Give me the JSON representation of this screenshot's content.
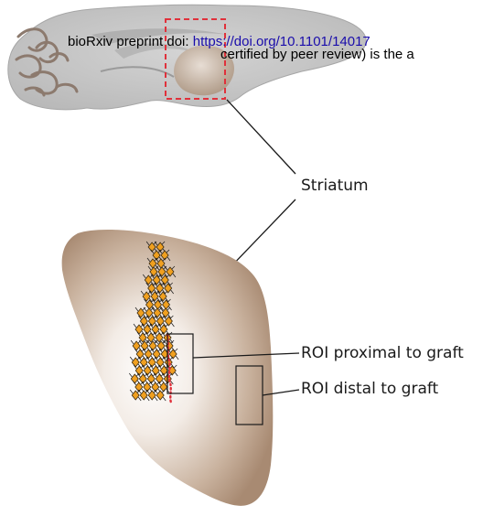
{
  "header": {
    "preprint_prefix": "bioRxiv preprint doi: ",
    "doi_link": "https://doi.org/10.1101/14017",
    "second_line": "certified by peer review) is the a"
  },
  "labels": {
    "striatum": "Striatum",
    "roi_proximal": "ROI proximal to graft",
    "roi_distal": "ROI distal to graft"
  },
  "colors": {
    "brain_gray": "#bdbdbd",
    "striatum_tan": "#a88a72",
    "roi_box_highlight": "#e0313b",
    "graft_orange": "#f0a020",
    "graft_dots": "#e0313b",
    "line": "#1a1a1a"
  }
}
